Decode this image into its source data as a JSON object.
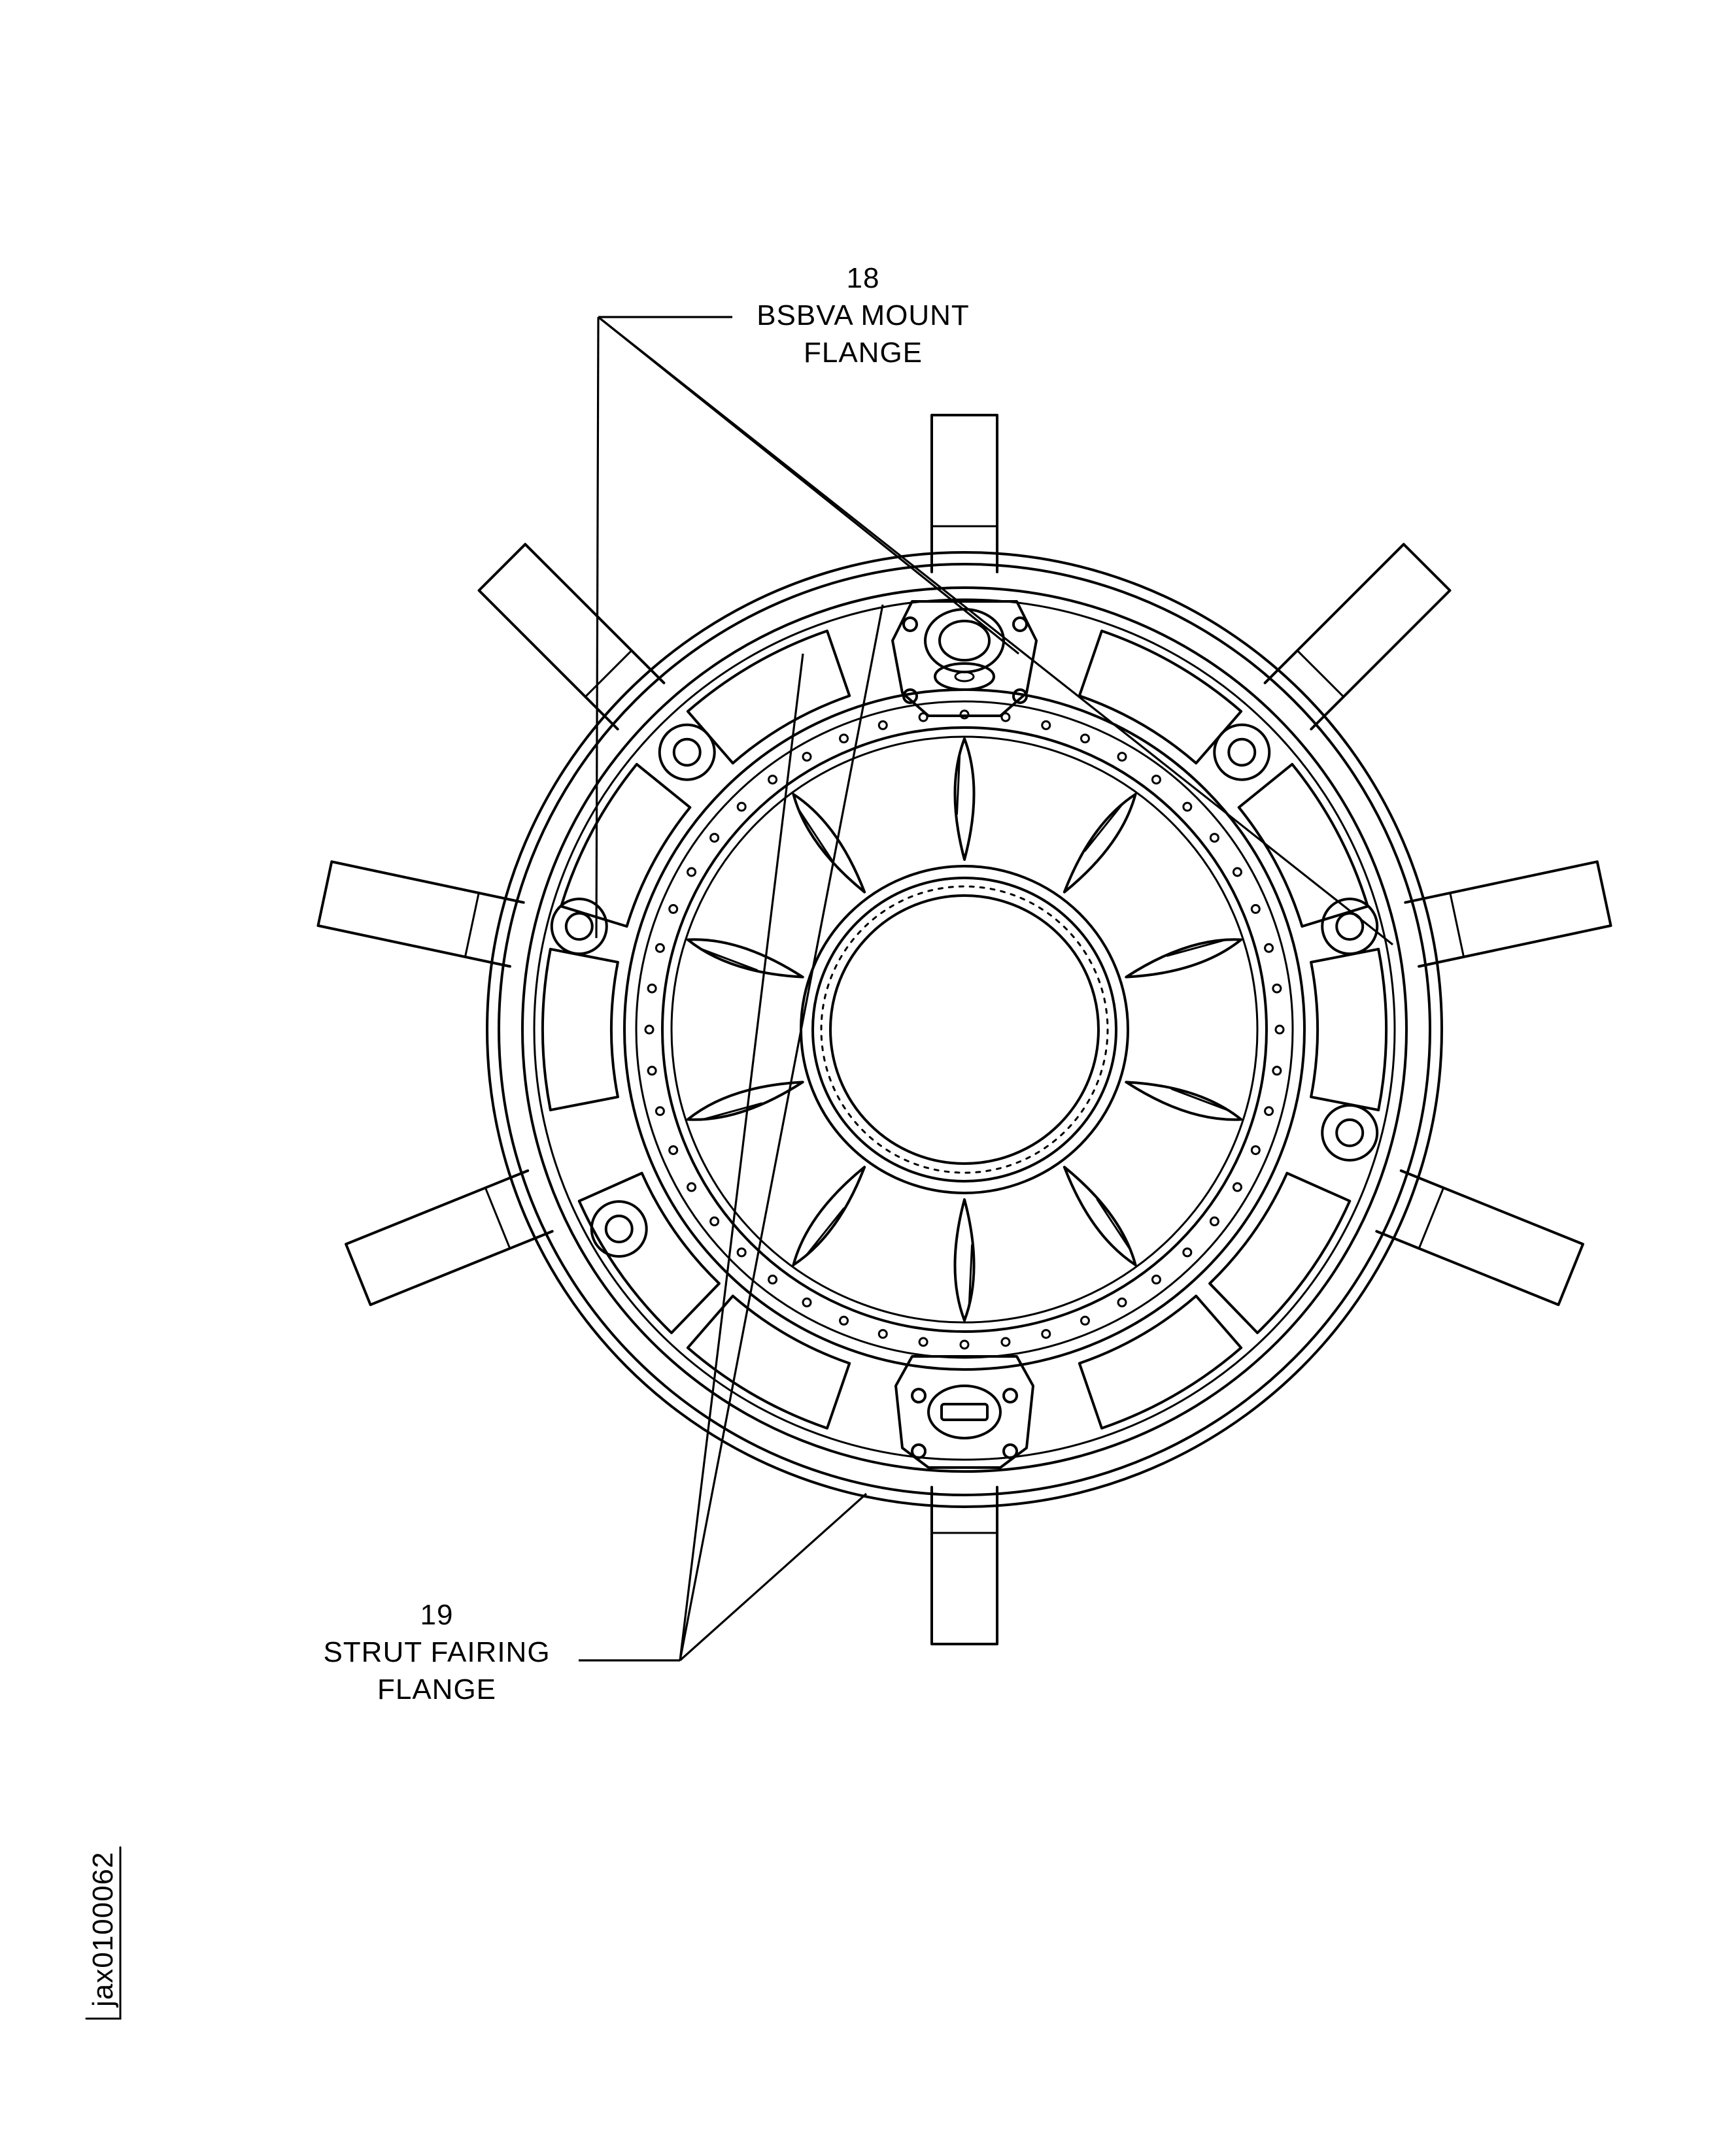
{
  "callouts": [
    {
      "number": "18",
      "line1": "BSBVA MOUNT",
      "line2": "FLANGE"
    },
    {
      "number": "19",
      "line1": "STRUT FAIRING",
      "line2": "FLANGE"
    }
  ],
  "figure_id": "jax0100062"
}
